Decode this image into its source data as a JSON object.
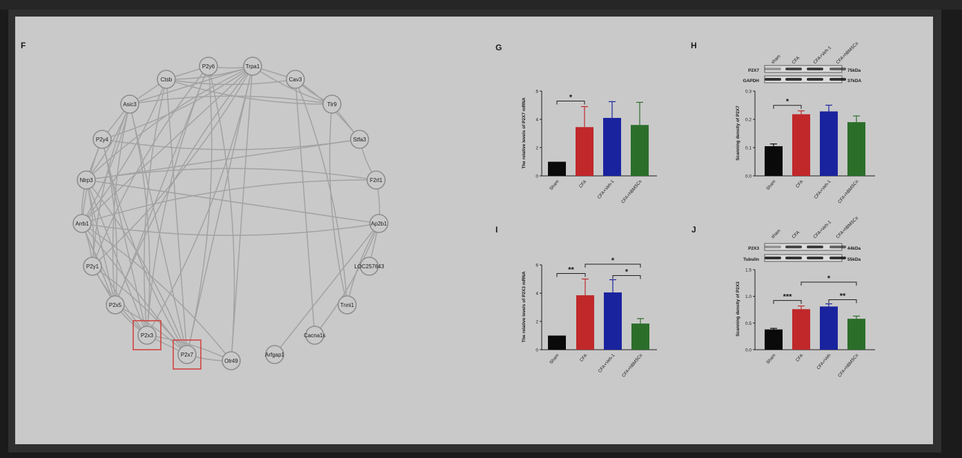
{
  "panels": {
    "F": "F",
    "G": "G",
    "H": "H",
    "I": "I",
    "J": "J"
  },
  "network": {
    "nodes": [
      "Ctsb",
      "P2y6",
      "Trpa1",
      "Cav3",
      "Tlr9",
      "Asic3",
      "P2y4",
      "Stfa3",
      "Nlrp3",
      "F2rl1",
      "Arrb1",
      "Ap2b1",
      "P2y1",
      "LOC257643",
      "P2x5",
      "Tnni1",
      "P2x3",
      "Cacna1s",
      "P2x7",
      "Olr49",
      "Arfgap1"
    ],
    "highlighted": [
      "P2x3",
      "P2x7"
    ],
    "highlight_color": "#d23a3a"
  },
  "blots": {
    "H": {
      "lanes": [
        "sham",
        "CFA",
        "CFA+Veh-1",
        "CFA+hBMSCs"
      ],
      "rows": [
        {
          "protein": "P2X7",
          "size": "75kDa"
        },
        {
          "protein": "GAPDH",
          "size": "37kDA"
        }
      ]
    },
    "J": {
      "lanes": [
        "sham",
        "CFA",
        "CFA+Veh-1",
        "CFA+hBMSCs"
      ],
      "rows": [
        {
          "protein": "P2X3",
          "size": "44kDa"
        },
        {
          "protein": "Tubulin",
          "size": "55kDa"
        }
      ]
    }
  },
  "chart_data": [
    {
      "panel": "G",
      "type": "bar",
      "categories": [
        "Sham",
        "CFA",
        "CFA+Veh-1",
        "CFA+hBMSCs"
      ],
      "values": [
        1.0,
        3.45,
        4.1,
        3.6
      ],
      "errors": [
        0,
        1.45,
        1.15,
        1.6
      ],
      "colors": [
        "#0a0a0a",
        "#c0282a",
        "#1a239e",
        "#2b6e2a"
      ],
      "ylabel": "The relative levels of P2X7 mRNA",
      "ylim": [
        0,
        6
      ],
      "yticks": [
        0,
        2,
        4,
        6
      ],
      "brackets": [
        {
          "from": 0,
          "to": 1,
          "label": "*"
        }
      ]
    },
    {
      "panel": "H",
      "type": "bar",
      "categories": [
        "Sham",
        "CFA",
        "CFA+Veh-1",
        "CFA+hBMSCs"
      ],
      "values": [
        0.105,
        0.218,
        0.228,
        0.19
      ],
      "errors": [
        0.008,
        0.012,
        0.022,
        0.022
      ],
      "colors": [
        "#0a0a0a",
        "#c0282a",
        "#1a239e",
        "#2b6e2a"
      ],
      "ylabel": "Scanning density of P2X7",
      "ylim": [
        0,
        0.3
      ],
      "yticks": [
        "0.0",
        "0.1",
        "0.2",
        "0.3"
      ],
      "brackets": [
        {
          "from": 0,
          "to": 1,
          "label": "*"
        }
      ]
    },
    {
      "panel": "I",
      "type": "bar",
      "categories": [
        "Sham",
        "CFA",
        "CFA+Veh-1",
        "CFA+hBMSCs"
      ],
      "values": [
        1.0,
        3.85,
        4.05,
        1.85
      ],
      "errors": [
        0,
        1.15,
        0.9,
        0.35
      ],
      "colors": [
        "#0a0a0a",
        "#c0282a",
        "#1a239e",
        "#2b6e2a"
      ],
      "ylabel": "The relative levels of P2X3 mRNA",
      "ylim": [
        0,
        6
      ],
      "yticks": [
        0,
        2,
        4,
        6
      ],
      "brackets": [
        {
          "from": 0,
          "to": 1,
          "label": "**"
        },
        {
          "from": 1,
          "to": 3,
          "label": "*"
        },
        {
          "from": 2,
          "to": 3,
          "label": "*"
        }
      ]
    },
    {
      "panel": "J",
      "type": "bar",
      "categories": [
        "Sham",
        "CFA",
        "CFA+Veh",
        "CFA+hBMSCs"
      ],
      "values": [
        0.38,
        0.76,
        0.81,
        0.58
      ],
      "errors": [
        0.02,
        0.06,
        0.05,
        0.05
      ],
      "colors": [
        "#0a0a0a",
        "#c0282a",
        "#1a239e",
        "#2b6e2a"
      ],
      "ylabel": "Scanning density of P2X3",
      "ylim": [
        0,
        1.5
      ],
      "yticks": [
        "0.0",
        "0.5",
        "1.0",
        "1.5"
      ],
      "brackets": [
        {
          "from": 0,
          "to": 1,
          "label": "***"
        },
        {
          "from": 1,
          "to": 3,
          "label": "*"
        },
        {
          "from": 2,
          "to": 3,
          "label": "**"
        }
      ]
    }
  ]
}
